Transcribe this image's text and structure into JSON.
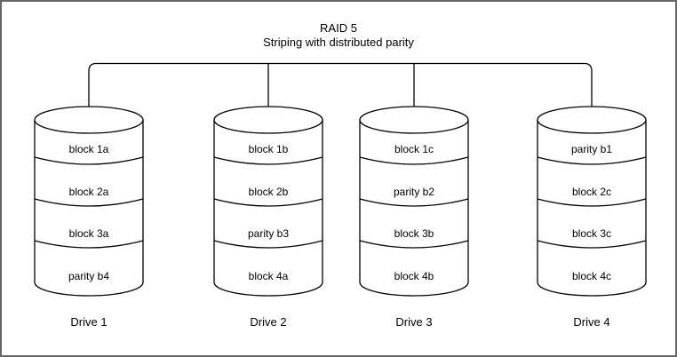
{
  "title": "RAID 5",
  "subtitle": "Striping with distributed parity",
  "drives": [
    {
      "label": "Drive 1",
      "blocks": [
        "block 1a",
        "block 2a",
        "block 3a",
        "parity b4"
      ]
    },
    {
      "label": "Drive 2",
      "blocks": [
        "block 1b",
        "block 2b",
        "parity b3",
        "block 4a"
      ]
    },
    {
      "label": "Drive 3",
      "blocks": [
        "block 1c",
        "parity b2",
        "block 3b",
        "block 4b"
      ]
    },
    {
      "label": "Drive 4",
      "blocks": [
        "parity b1",
        "block 2c",
        "block 3c",
        "block 4c"
      ]
    }
  ],
  "colors": {
    "line": "#000000",
    "background": "#ffffff",
    "frame_border": "#666666"
  }
}
